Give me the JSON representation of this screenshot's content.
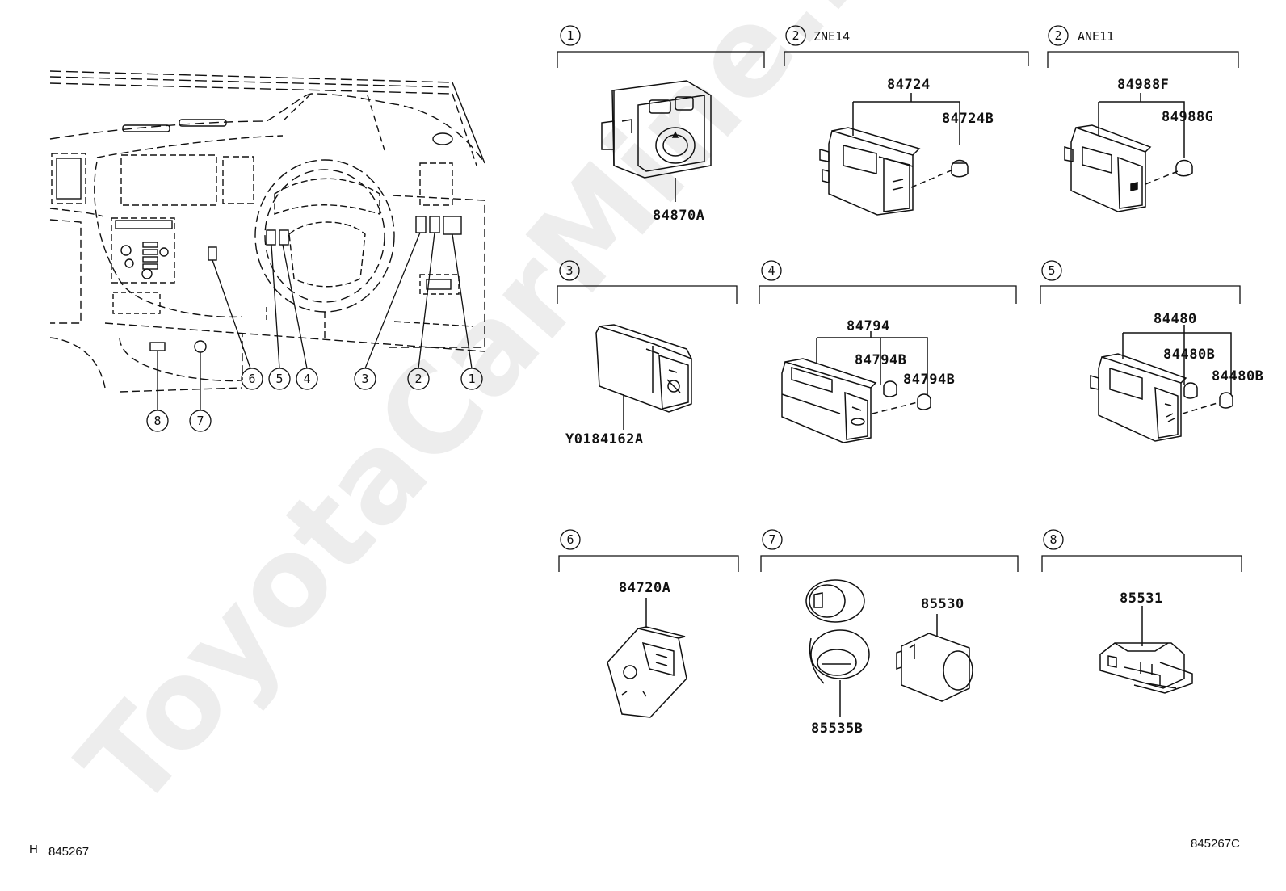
{
  "watermark": "ToyotaCarMine.ru",
  "footer": {
    "left_prefix": "H",
    "left_code": "845267",
    "right_code": "845267C"
  },
  "callouts": [
    "1",
    "2",
    "3",
    "4",
    "5",
    "6",
    "7",
    "8"
  ],
  "sections": [
    {
      "num": "1",
      "suffix": "",
      "parts": [
        "84870A"
      ]
    },
    {
      "num": "2",
      "suffix": "ZNE14",
      "parts": [
        "84724",
        "84724B"
      ]
    },
    {
      "num": "2",
      "suffix": "ANE11",
      "parts": [
        "84988F",
        "84988G"
      ]
    },
    {
      "num": "3",
      "suffix": "",
      "parts": [
        "Y0184162A"
      ]
    },
    {
      "num": "4",
      "suffix": "",
      "parts": [
        "84794",
        "84794B",
        "84794B"
      ]
    },
    {
      "num": "5",
      "suffix": "",
      "parts": [
        "84480",
        "84480B",
        "84480B"
      ]
    },
    {
      "num": "6",
      "suffix": "",
      "parts": [
        "84720A"
      ]
    },
    {
      "num": "7",
      "suffix": "",
      "parts": [
        "85530",
        "85535B"
      ]
    },
    {
      "num": "8",
      "suffix": "",
      "parts": [
        "85531"
      ]
    }
  ],
  "colors": {
    "ink": "#111111",
    "background": "#ffffff"
  }
}
